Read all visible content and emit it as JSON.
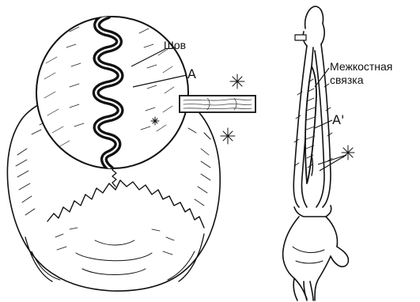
{
  "labels": {
    "suture": "Шов",
    "a": "A",
    "interosseous_membrane_line1": "Межкостная",
    "interosseous_membrane_line2": "связка",
    "a_prime": "A'"
  },
  "colors": {
    "ink": "#111111",
    "background": "#ffffff",
    "wood": "#6b6b6b"
  }
}
